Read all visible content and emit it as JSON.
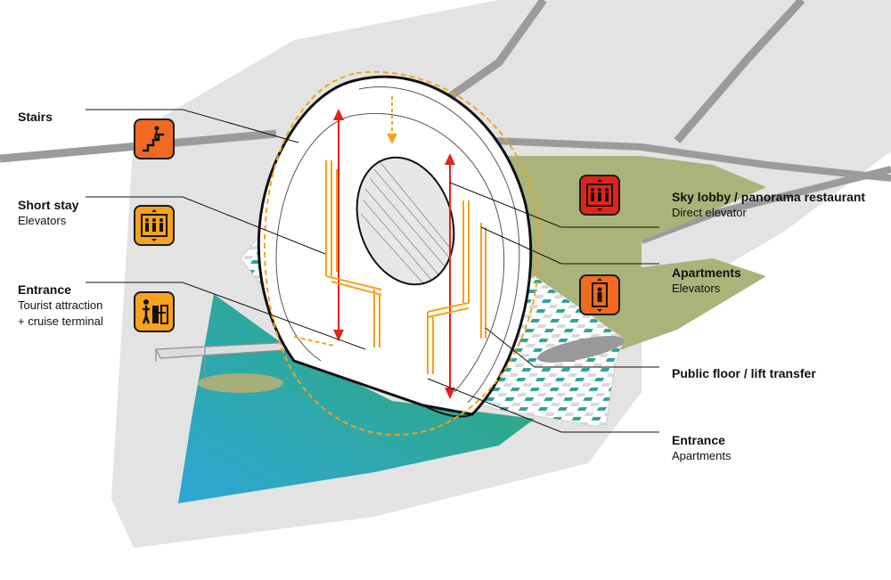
{
  "colors": {
    "background": "#ffffff",
    "ground": "#e3e3e3",
    "roads": "#9b9b9b",
    "lawn": "#a8b47a",
    "water_from": "#2ea6d6",
    "water_to": "#2eaa6a",
    "plaza_tile": "#2aa39a",
    "stairs_icon": "#f06a22",
    "short_stay_icon": "#f7a21b",
    "entrance_icon": "#f7a21b",
    "sky_lobby_icon": "#e2231a",
    "apartments_icon": "#f06a22",
    "vertical_route": "#e2231a",
    "stair_route": "#f7a21b",
    "loop_route": "#f7a21b"
  },
  "labels": {
    "stairs": {
      "title": "Stairs",
      "icon": "stairs-icon"
    },
    "short_stay": {
      "title": "Short stay",
      "sub": "Elevators",
      "icon": "elevator-group-icon"
    },
    "entrance_tourist": {
      "title": "Entrance",
      "sub1": "Tourist attraction",
      "sub2": "+ cruise terminal",
      "icon": "turnstile-icon"
    },
    "sky_lobby": {
      "title": "Sky lobby / panorama restaurant",
      "sub": "Direct elevator",
      "icon": "elevator-group-icon"
    },
    "apartments": {
      "title": "Apartments",
      "sub": "Elevators",
      "icon": "elevator-icon"
    },
    "public_floor": {
      "title": "Public floor / lift transfer"
    },
    "entrance_apartments": {
      "title": "Entrance",
      "sub": "Apartments"
    }
  }
}
